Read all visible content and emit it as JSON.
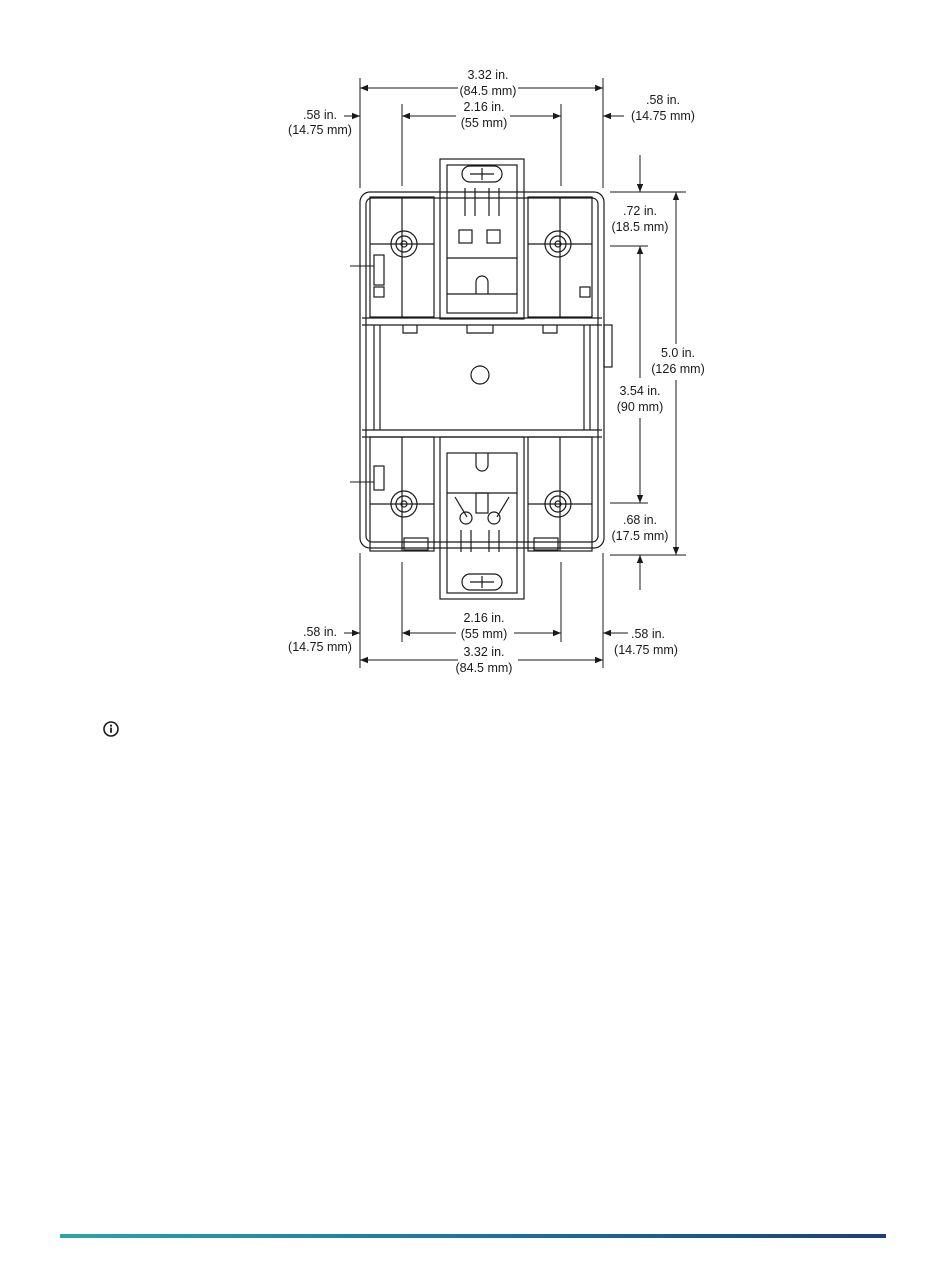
{
  "drawing": {
    "dims": {
      "top_overall_in": "3.32 in.",
      "top_overall_mm": "(84.5 mm)",
      "top_inner_in": "2.16 in.",
      "top_inner_mm": "(55 mm)",
      "left_top_in": ".58 in.",
      "left_top_mm": "(14.75 mm)",
      "right_top_in": ".58 in.",
      "right_top_mm": "(14.75 mm)",
      "right_upper_in": ".72 in.",
      "right_upper_mm": "(18.5 mm)",
      "height_in": "5.0 in.",
      "height_mm": "(126 mm)",
      "center_in": "3.54 in.",
      "center_mm": "(90 mm)",
      "right_lower_in": ".68 in.",
      "right_lower_mm": "(17.5 mm)",
      "bottom_inner_in": "2.16 in.",
      "bottom_inner_mm": "(55 mm)",
      "left_bottom_in": ".58 in.",
      "left_bottom_mm": "(14.75 mm)",
      "right_bottom_in": ".58 in.",
      "right_bottom_mm": "(14.75 mm)",
      "bottom_overall_in": "3.32 in.",
      "bottom_overall_mm": "(84.5 mm)"
    }
  },
  "colors": {
    "line": "#1a1a1a",
    "footer_start": "#2aa7a0",
    "footer_end": "#1d3f7a"
  },
  "icons": {
    "note": "info-icon"
  }
}
